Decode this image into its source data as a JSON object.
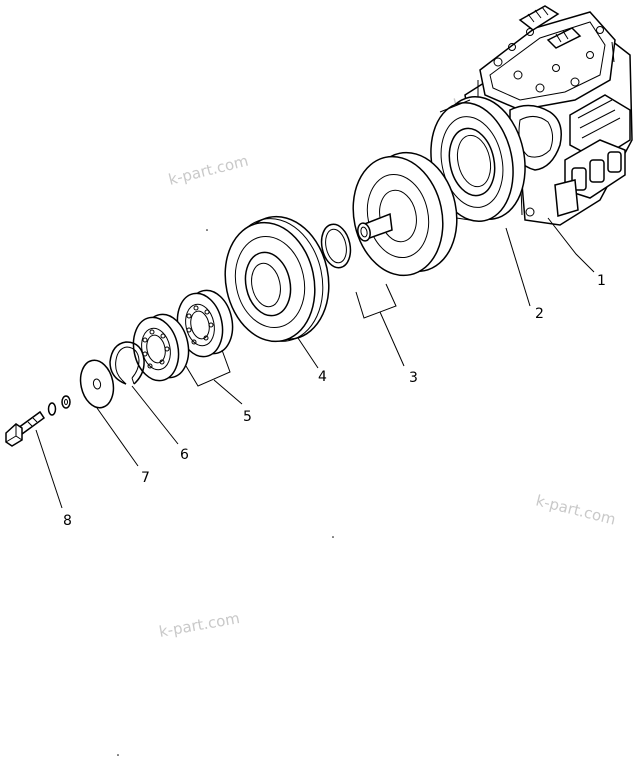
{
  "diagram": {
    "callouts": [
      "1",
      "2",
      "3",
      "4",
      "5",
      "6",
      "7",
      "8"
    ],
    "watermark": "k-part.com"
  }
}
